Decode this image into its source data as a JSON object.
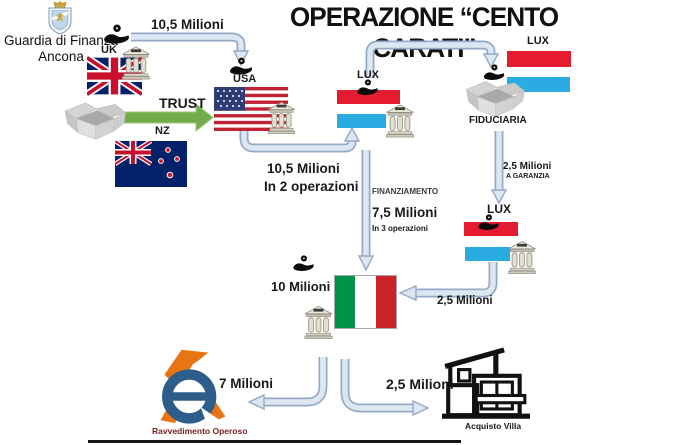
{
  "header": {
    "org1": "Guardia di Finanza",
    "org2": "Ancona",
    "title": "OPERAZIONE “CENTO CARATI”"
  },
  "nodes": {
    "uk": "UK",
    "usa": "USA",
    "nz": "NZ",
    "lux_mid": "LUX",
    "lux_top": "LUX",
    "lux_low": "LUX",
    "fiduciaria": "FIDUCIARIA",
    "ravvedimento": "Ravvedimento Operoso",
    "acquisto_villa": "Acquisto Villa"
  },
  "flows": {
    "uk_to_usa": "10,5 Milioni",
    "trust": "TRUST",
    "usa_to_lux_amount": "10,5 Milioni",
    "usa_to_lux_detail": "In 2 operazioni",
    "finanziamento_label": "FINANZIAMENTO",
    "finanziamento_amount": "7,5 Milioni",
    "finanziamento_detail": "In 3 operazioni",
    "garanzia_amount": "2,5 Milioni",
    "garanzia_detail": "A GARANZIA",
    "lux_to_italy": "2,5 Milioni",
    "italy_received": "10 Milioni",
    "to_ravvedimento": "7 Milioni",
    "to_villa": "2,5 Milioni"
  },
  "icons": {
    "person": "hand-holding-coin",
    "bank": "classical-bank-building",
    "box": "open-cardboard-box",
    "villa": "modern-house-outline",
    "agenzia": "agenzia-entrate-logo",
    "crest": "guardia-di-finanza-crest"
  },
  "colors": {
    "arrow_fill": "#dde7f2",
    "arrow_stroke": "#94aac6",
    "trust_green": "#72ac4b",
    "lux_red": "#e51c30",
    "lux_blue": "#2aabe2",
    "italy_green": "#009246",
    "italy_red": "#cd212a",
    "agenzia_orange": "#e87511",
    "agenzia_blue": "#2d5d8a",
    "ravvedimento_text": "#7a2121"
  }
}
